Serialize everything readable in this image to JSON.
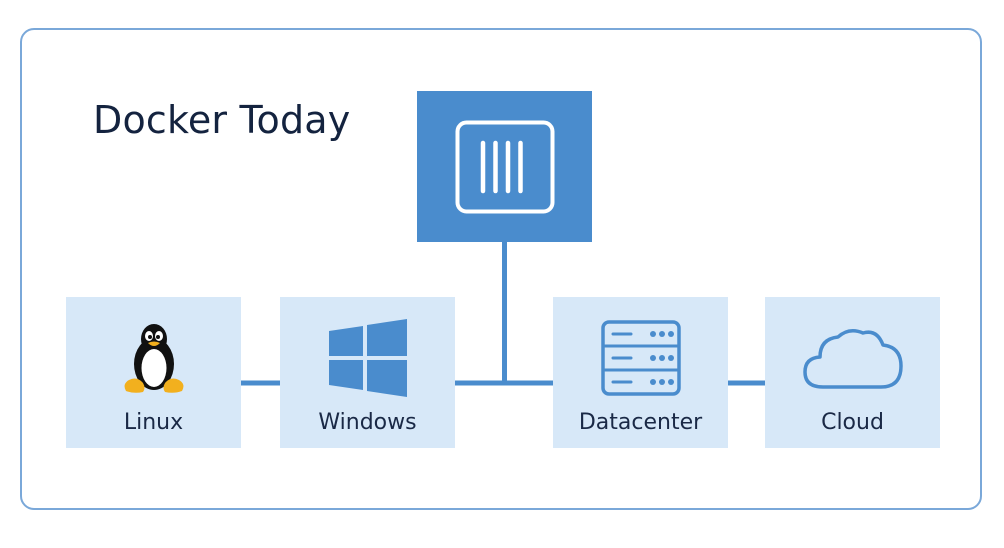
{
  "title": "Docker Today",
  "colors": {
    "accent": "#4a8ccd",
    "box_fill": "#d7e8f8",
    "border": "#7aa8d9",
    "title_text": "#14233f"
  },
  "hub": {
    "icon": "container-icon"
  },
  "platforms": [
    {
      "label": "Linux",
      "icon": "linux-penguin-icon"
    },
    {
      "label": "Windows",
      "icon": "windows-logo-icon"
    },
    {
      "label": "Datacenter",
      "icon": "server-rack-icon"
    },
    {
      "label": "Cloud",
      "icon": "cloud-icon"
    }
  ]
}
